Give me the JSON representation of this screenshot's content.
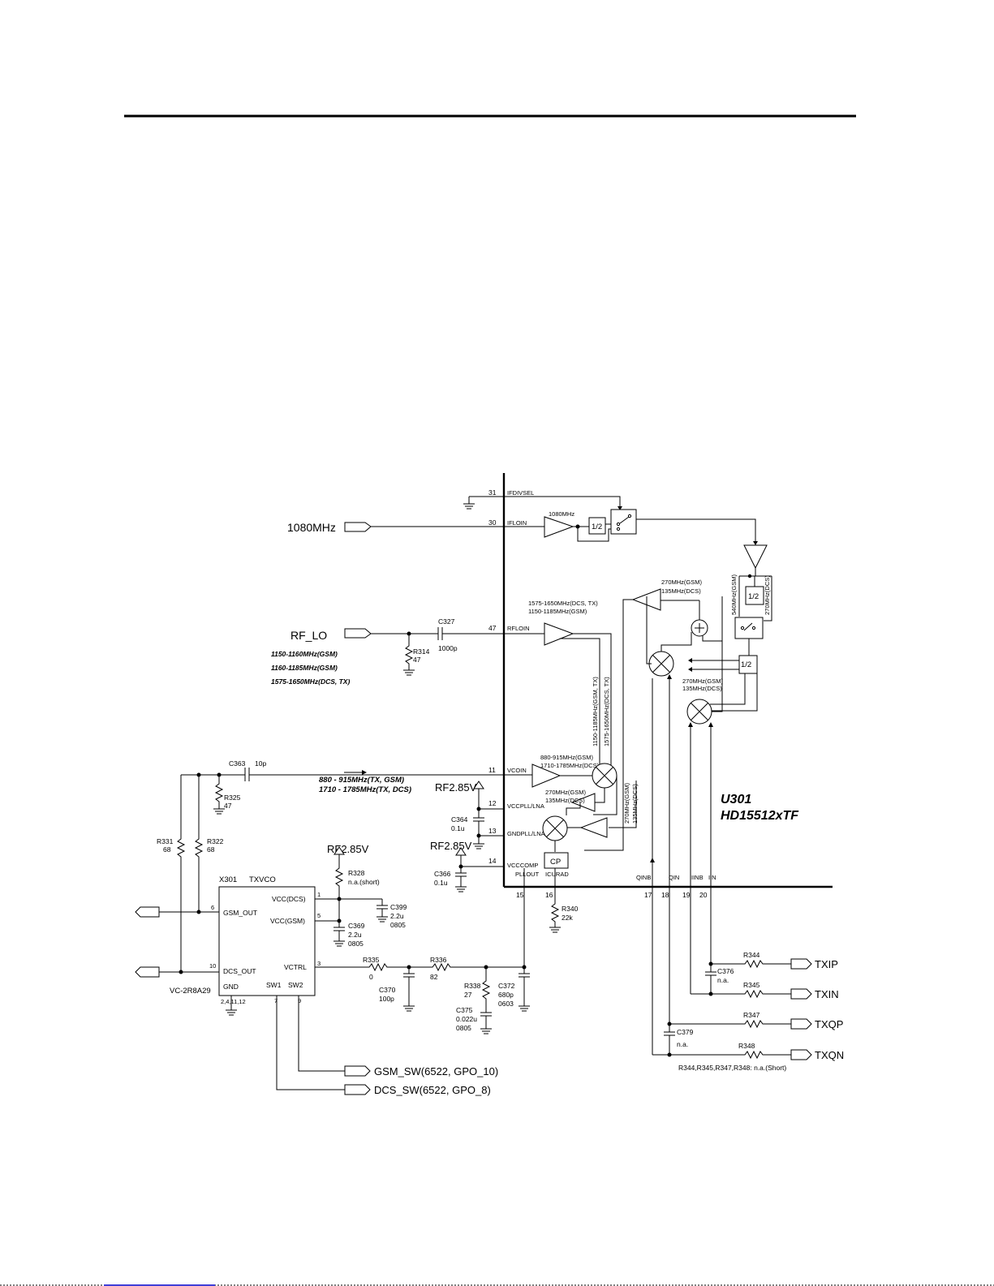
{
  "chip": {
    "ref": "U301",
    "part": "HD15512xTF",
    "pins": [
      {
        "num": "31",
        "name": "IFDIVSEL"
      },
      {
        "num": "30",
        "name": "IFLOIN"
      },
      {
        "num": "47",
        "name": "RFLOIN"
      },
      {
        "num": "11",
        "name": "VCOIN"
      },
      {
        "num": "12",
        "name": "VCCPLL/LNA"
      },
      {
        "num": "13",
        "name": "GNDPLL/LNA"
      },
      {
        "num": "14",
        "name": "VCCCOMP"
      },
      {
        "num": "15",
        "name": "PLLOUT"
      },
      {
        "num": "16",
        "name": "ICURAD"
      },
      {
        "num": "17",
        "name": "QINB"
      },
      {
        "num": "18",
        "name": "QIN"
      },
      {
        "num": "19",
        "name": "IINB"
      },
      {
        "num": "20",
        "name": "IIN"
      }
    ],
    "blocks": {
      "div_label": "1/2",
      "cp_label": "CP",
      "if_freq": "1080MHz",
      "rflo_range_dcs": "1575-1650MHz(DCS, TX)",
      "rflo_range_gsm": "1150-1185MHz(GSM)",
      "vco_range_gsm": "880-915MHz(GSM)",
      "vco_range_dcs": "1710-1785MHz(DCS)",
      "f270_gsm": "270MHz(GSM)",
      "f135_dcs": "135MHz(DCS)",
      "f540_gsm": "540MHz(GSM)",
      "f270_dcs": "270MHz(DCS)",
      "vert_gsm_tx": "1150-1185MHz(GSM, TX)",
      "vert_dcs_tx": "1575-1650MHz(DCS, TX)",
      "vert_270_gsm": "270MHz(GSM)",
      "vert_135_dcs": "135MHz(DCS)"
    }
  },
  "ports": {
    "if_in": "1080MHz",
    "rf_lo": "RF_LO",
    "txip": "TXIP",
    "txin": "TXIN",
    "txqp": "TXQP",
    "txqn": "TXQN",
    "gsm_sw": "GSM_SW(6522, GPO_10)",
    "dcs_sw": "DCS_SW(6522, GPO_8)"
  },
  "notes": {
    "rflo_freqs": [
      "1150-1160MHz(GSM)",
      "1160-1185MHz(GSM)",
      "1575-1650MHz(DCS, TX)"
    ],
    "vco_freqs": [
      "880 - 915MHz(TX, GSM)",
      "1710 - 1785MHz(TX, DCS)"
    ],
    "resistor_note": "R344,R345,R347,R348: n.a.(Short)"
  },
  "supplies": {
    "rf285_a": "RF2.85V",
    "rf285_b": "RF2.85V",
    "rf285_c": "RF2.85V"
  },
  "components": {
    "c327": {
      "ref": "C327",
      "val": "1000p"
    },
    "r314": {
      "ref": "R314",
      "val": "47"
    },
    "c363": {
      "ref": "C363",
      "val": "10p"
    },
    "r325": {
      "ref": "R325",
      "val": "47"
    },
    "r331": {
      "ref": "R331",
      "val": "68"
    },
    "r322": {
      "ref": "R322",
      "val": "68"
    },
    "c364": {
      "ref": "C364",
      "val": "0.1u"
    },
    "c366": {
      "ref": "C366",
      "val": "0.1u"
    },
    "r328": {
      "ref": "R328",
      "val": "n.a.(short)"
    },
    "c399": {
      "ref": "C399",
      "val": "2.2u",
      "pkg": "0805"
    },
    "c369": {
      "ref": "C369",
      "val": "2.2u",
      "pkg": "0805"
    },
    "r340": {
      "ref": "R340",
      "val": "22k"
    },
    "r335": {
      "ref": "R335",
      "val": "0"
    },
    "r336": {
      "ref": "R336",
      "val": "82"
    },
    "c370": {
      "ref": "C370",
      "val": "100p"
    },
    "r338": {
      "ref": "R338",
      "val": "27"
    },
    "c375": {
      "ref": "C375",
      "val": "0.022u",
      "pkg": "0805"
    },
    "c372": {
      "ref": "C372",
      "val": "680p",
      "pkg": "0603"
    },
    "r344": {
      "ref": "R344"
    },
    "r345": {
      "ref": "R345"
    },
    "r347": {
      "ref": "R347"
    },
    "r348": {
      "ref": "R348"
    },
    "c376": {
      "ref": "C376",
      "val": "n.a."
    },
    "c379": {
      "ref": "C379",
      "val": "n.a."
    }
  },
  "vco": {
    "ref": "X301",
    "name": "TXVCO",
    "part": "VC-2R8A29",
    "pins": {
      "gsm_out": "GSM_OUT",
      "dcs_out": "DCS_OUT",
      "gnd": "GND",
      "vcc_dcs": "VCC(DCS)",
      "vcc_gsm": "VCC(GSM)",
      "vctrl": "VCTRL",
      "sw1": "SW1",
      "sw2": "SW2"
    },
    "pin_nums": {
      "gsm_out": "6",
      "dcs_out": "10",
      "gnd": "2,4,11,12",
      "vcc_dcs": "1",
      "vcc_gsm": "5",
      "vctrl": "3",
      "sw1": "7",
      "sw2": "9"
    }
  }
}
